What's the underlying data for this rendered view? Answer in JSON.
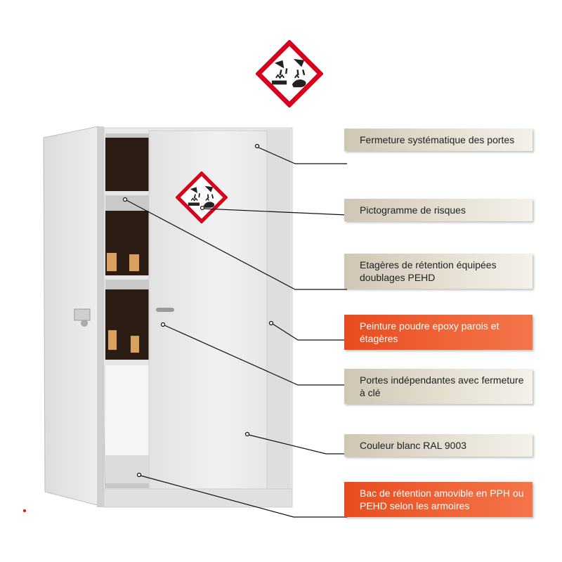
{
  "labels": [
    {
      "text": "Fermeture systématique des portes",
      "accent": false
    },
    {
      "text": "Pictogramme de risques",
      "accent": false
    },
    {
      "text": "Etagères de rétention équipées doublages PEHD",
      "accent": false
    },
    {
      "text": "Peinture poudre epoxy parois et étagères",
      "accent": true
    },
    {
      "text": "Portes indépendantes avec fermeture à clé",
      "accent": false
    },
    {
      "text": "Couleur blanc RAL 9003",
      "accent": false
    },
    {
      "text": "Bac de rétention amovible en PPH ou PEHD selon les armoires",
      "accent": true
    }
  ],
  "pictogram": {
    "icon": "corrosive-hazard-icon",
    "border_color": "#d9001b"
  },
  "colors": {
    "accent": "#e84c1e",
    "label_bg": "#e3ddd0",
    "cabinet": "#eeeeee"
  }
}
